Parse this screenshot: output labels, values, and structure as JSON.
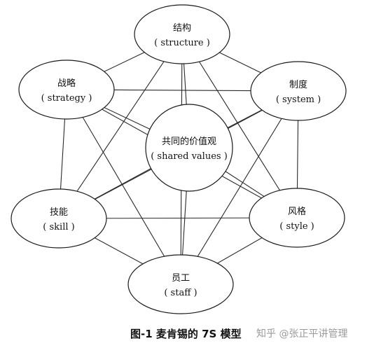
{
  "diagram": {
    "nodes": [
      {
        "id": "structure",
        "cn": "结构",
        "en": "( structure )"
      },
      {
        "id": "strategy",
        "cn": "战略",
        "en": "( strategy )"
      },
      {
        "id": "system",
        "cn": "制度",
        "en": "( system )"
      },
      {
        "id": "shared-values",
        "cn": "共同的价值观",
        "en": "( shared values )"
      },
      {
        "id": "skill",
        "cn": "技能",
        "en": "( skill )"
      },
      {
        "id": "style",
        "cn": "风格",
        "en": "( style )"
      },
      {
        "id": "staff",
        "cn": "员工",
        "en": "( staff )"
      }
    ],
    "edges": [
      [
        "structure",
        "strategy"
      ],
      [
        "structure",
        "system"
      ],
      [
        "structure",
        "skill"
      ],
      [
        "structure",
        "style"
      ],
      [
        "structure",
        "staff"
      ],
      [
        "structure",
        "shared-values"
      ],
      [
        "strategy",
        "system"
      ],
      [
        "strategy",
        "skill"
      ],
      [
        "strategy",
        "style"
      ],
      [
        "strategy",
        "staff"
      ],
      [
        "strategy",
        "shared-values"
      ],
      [
        "system",
        "skill"
      ],
      [
        "system",
        "style"
      ],
      [
        "system",
        "staff"
      ],
      [
        "system",
        "shared-values"
      ],
      [
        "skill",
        "style"
      ],
      [
        "skill",
        "staff"
      ],
      [
        "skill",
        "shared-values"
      ],
      [
        "style",
        "staff"
      ],
      [
        "style",
        "shared-values"
      ],
      [
        "staff",
        "shared-values"
      ]
    ]
  },
  "caption": "图-1 麦肯锡的 7S 模型",
  "watermark": "知乎 @张正平讲管理"
}
